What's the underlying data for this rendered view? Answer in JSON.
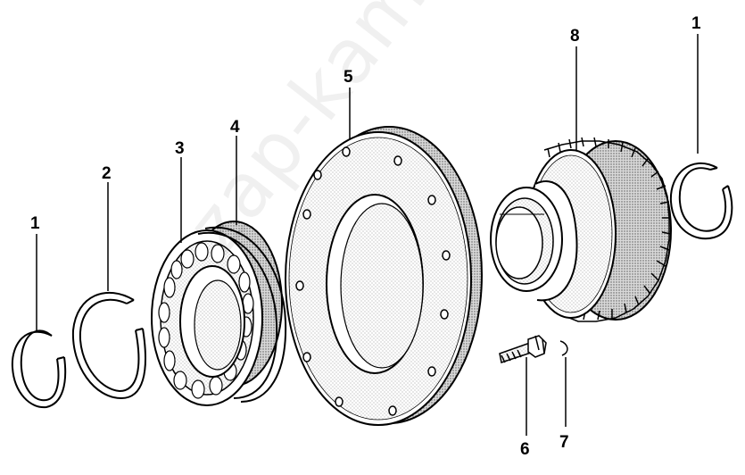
{
  "diagram": {
    "callouts": [
      {
        "id": "c1a",
        "label": "1",
        "part": "snap-ring-left"
      },
      {
        "id": "c2",
        "label": "2",
        "part": "retaining-ring"
      },
      {
        "id": "c3",
        "label": "3",
        "part": "roller-bearing"
      },
      {
        "id": "c4",
        "label": "4",
        "part": "bearing-cup"
      },
      {
        "id": "c5",
        "label": "5",
        "part": "flange-plate"
      },
      {
        "id": "c8",
        "label": "8",
        "part": "spur-gear"
      },
      {
        "id": "c1b",
        "label": "1",
        "part": "snap-ring-right"
      },
      {
        "id": "c6",
        "label": "6",
        "part": "flange-bolt"
      },
      {
        "id": "c7",
        "label": "7",
        "part": "lock-washer"
      }
    ],
    "watermark": "zap-kam.ru"
  }
}
